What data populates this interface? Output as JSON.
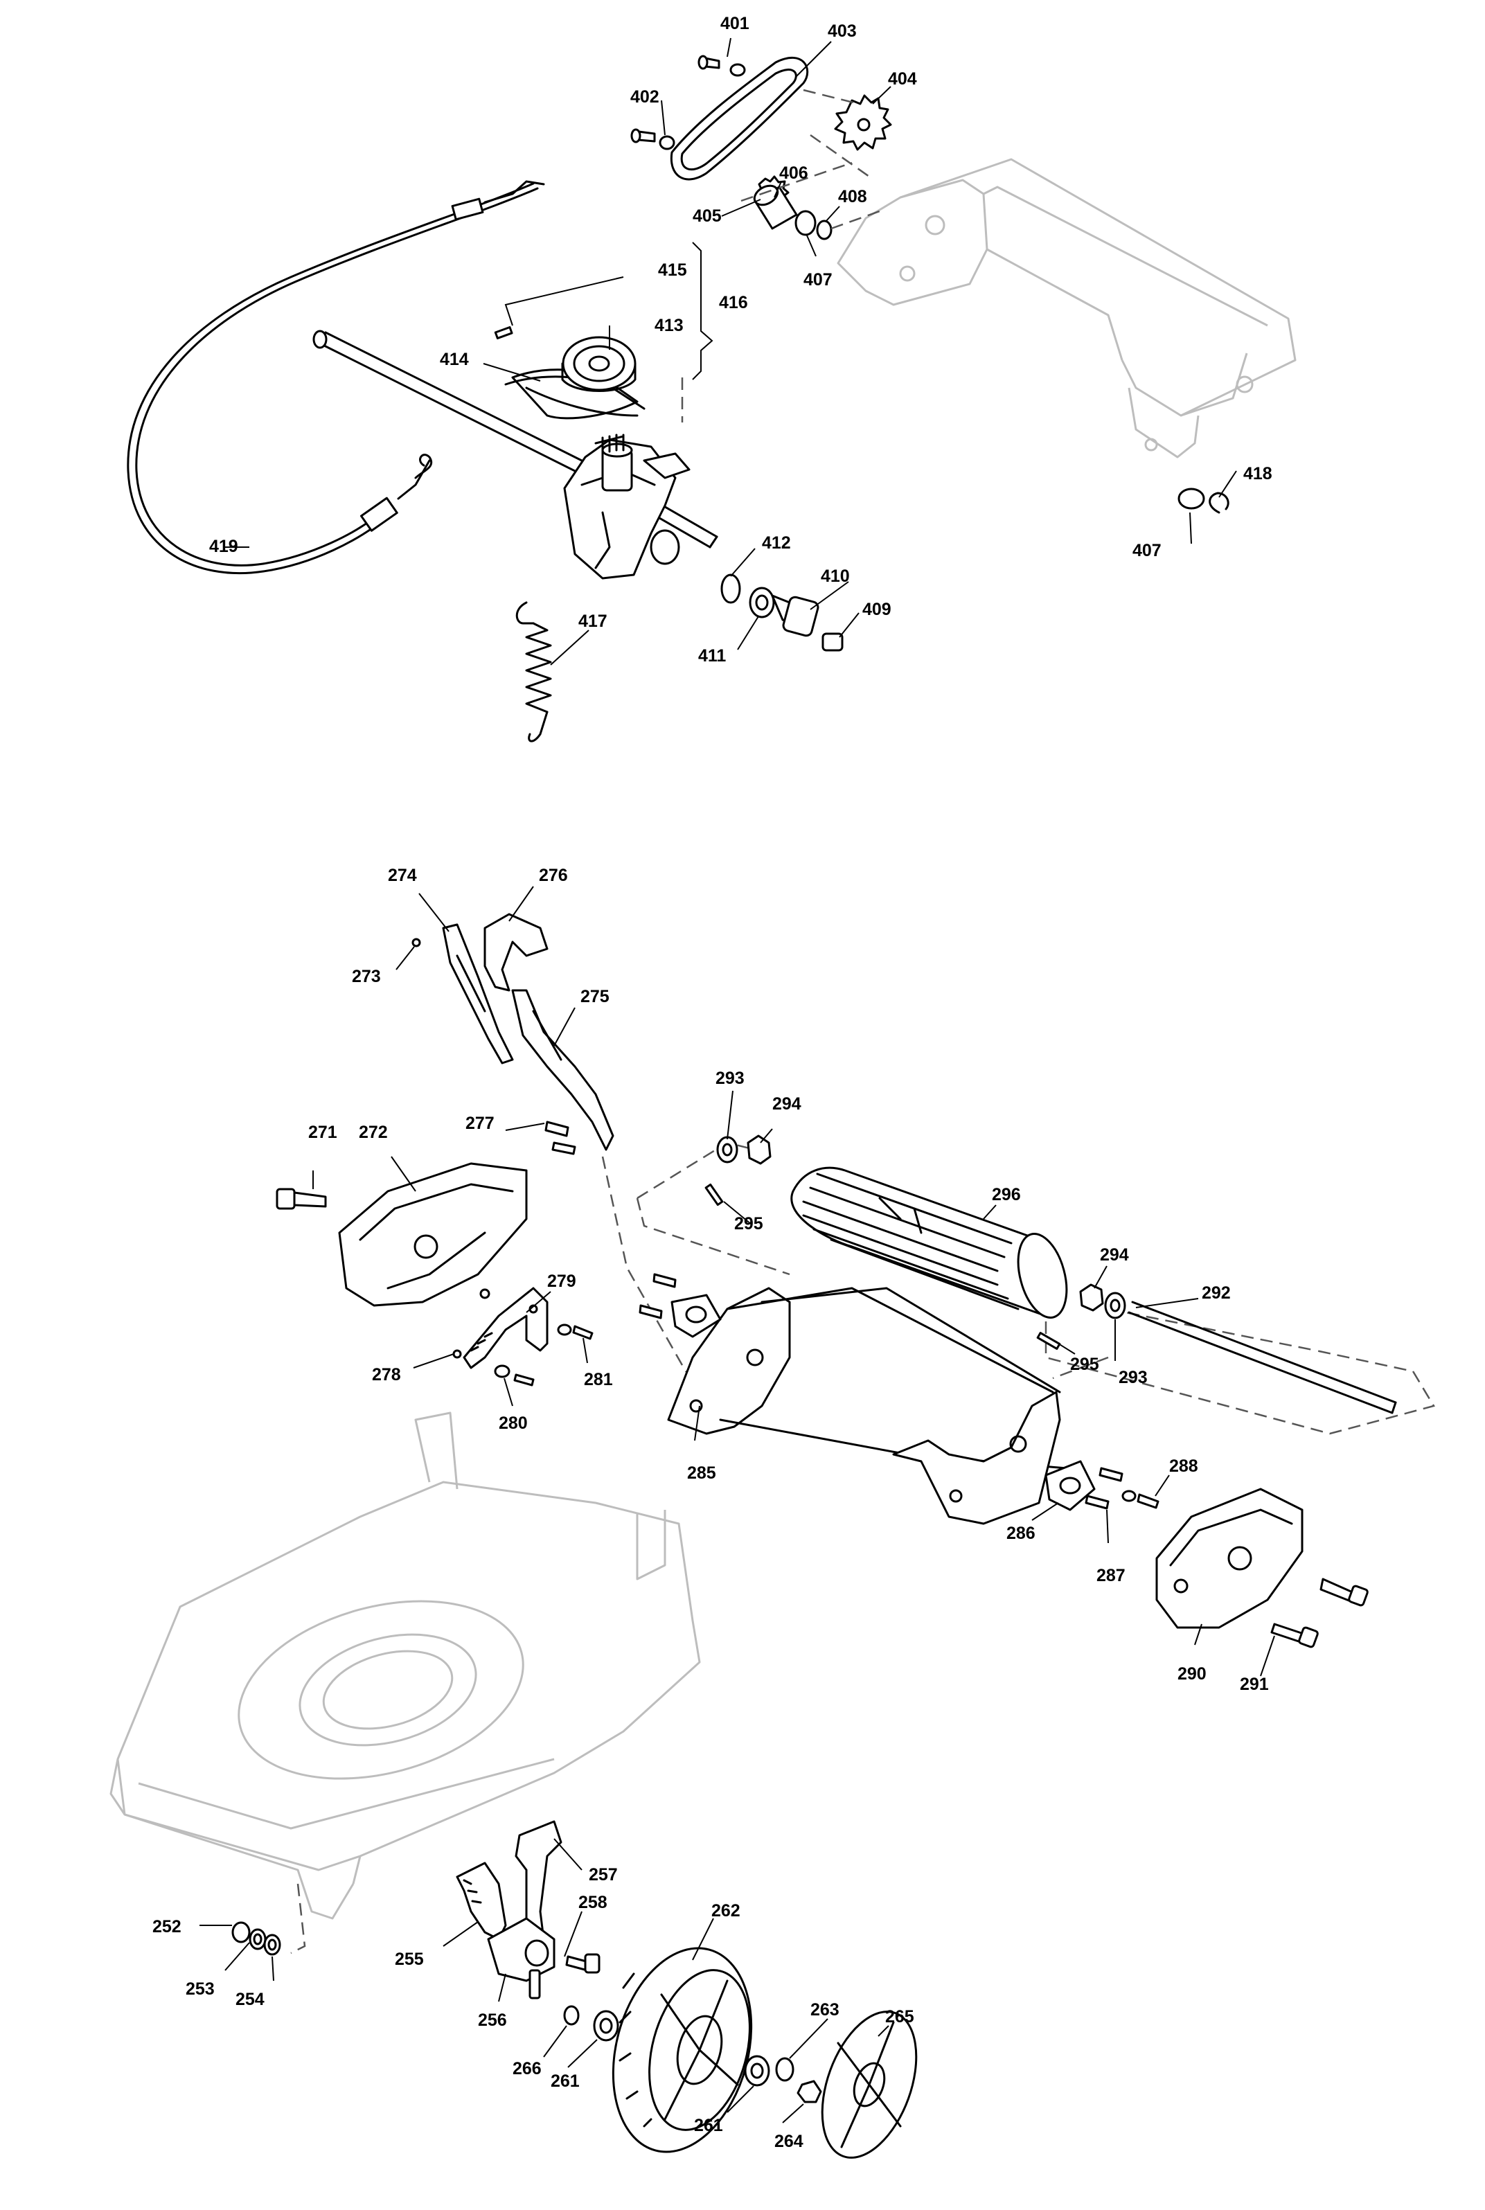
{
  "callouts": [
    {
      "id": "c401",
      "text": "401"
    },
    {
      "id": "c402",
      "text": "402"
    },
    {
      "id": "c403",
      "text": "403"
    },
    {
      "id": "c404",
      "text": "404"
    },
    {
      "id": "c405",
      "text": "405"
    },
    {
      "id": "c406",
      "text": "406"
    },
    {
      "id": "c407a",
      "text": "407"
    },
    {
      "id": "c408",
      "text": "408"
    },
    {
      "id": "c415",
      "text": "415"
    },
    {
      "id": "c416",
      "text": "416"
    },
    {
      "id": "c413",
      "text": "413"
    },
    {
      "id": "c414",
      "text": "414"
    },
    {
      "id": "c419",
      "text": "419"
    },
    {
      "id": "c418",
      "text": "418"
    },
    {
      "id": "c407b",
      "text": "407"
    },
    {
      "id": "c412",
      "text": "412"
    },
    {
      "id": "c410",
      "text": "410"
    },
    {
      "id": "c409",
      "text": "409"
    },
    {
      "id": "c411",
      "text": "411"
    },
    {
      "id": "c417",
      "text": "417"
    },
    {
      "id": "c274",
      "text": "274"
    },
    {
      "id": "c276",
      "text": "276"
    },
    {
      "id": "c273",
      "text": "273"
    },
    {
      "id": "c275",
      "text": "275"
    },
    {
      "id": "c293a",
      "text": "293"
    },
    {
      "id": "c294a",
      "text": "294"
    },
    {
      "id": "c296",
      "text": "296"
    },
    {
      "id": "c271",
      "text": "271"
    },
    {
      "id": "c272",
      "text": "272"
    },
    {
      "id": "c277",
      "text": "277"
    },
    {
      "id": "c295a",
      "text": "295"
    },
    {
      "id": "c294b",
      "text": "294"
    },
    {
      "id": "c292",
      "text": "292"
    },
    {
      "id": "c279",
      "text": "279"
    },
    {
      "id": "c295b",
      "text": "295"
    },
    {
      "id": "c293b",
      "text": "293"
    },
    {
      "id": "c278",
      "text": "278"
    },
    {
      "id": "c281",
      "text": "281"
    },
    {
      "id": "c280",
      "text": "280"
    },
    {
      "id": "c285",
      "text": "285"
    },
    {
      "id": "c288",
      "text": "288"
    },
    {
      "id": "c286",
      "text": "286"
    },
    {
      "id": "c287",
      "text": "287"
    },
    {
      "id": "c290",
      "text": "290"
    },
    {
      "id": "c291",
      "text": "291"
    },
    {
      "id": "c257",
      "text": "257"
    },
    {
      "id": "c262",
      "text": "262"
    },
    {
      "id": "c258",
      "text": "258"
    },
    {
      "id": "c252",
      "text": "252"
    },
    {
      "id": "c255",
      "text": "255"
    },
    {
      "id": "c253",
      "text": "253"
    },
    {
      "id": "c254",
      "text": "254"
    },
    {
      "id": "c256",
      "text": "256"
    },
    {
      "id": "c263",
      "text": "263"
    },
    {
      "id": "c265",
      "text": "265"
    },
    {
      "id": "c266",
      "text": "266"
    },
    {
      "id": "c261a",
      "text": "261"
    },
    {
      "id": "c261b",
      "text": "261"
    },
    {
      "id": "c264",
      "text": "264"
    }
  ]
}
